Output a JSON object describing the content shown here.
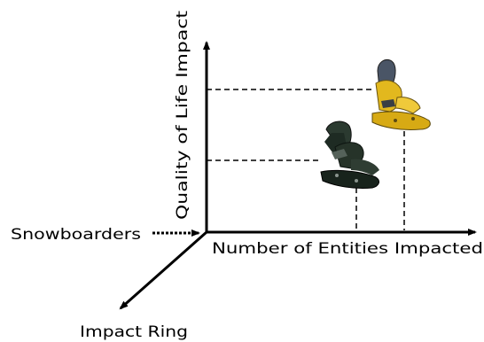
{
  "diagram": {
    "y_axis_label": "Quality of Life Impact",
    "x_axis_label": "Number of Entities Impacted",
    "z_axis_label": "Impact Ring",
    "source_label": "Snowboarders"
  },
  "items": [
    {
      "name": "black snowboard binding",
      "color": "#1c2a22"
    },
    {
      "name": "yellow snowboard binding",
      "color": "#e2b81e"
    }
  ]
}
